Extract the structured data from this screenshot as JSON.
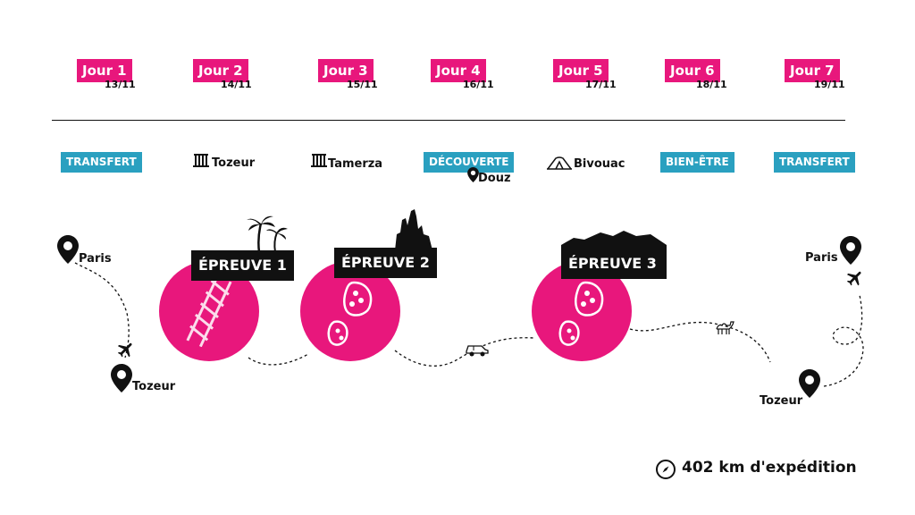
{
  "days": [
    {
      "label": "Jour 1",
      "date": "13/11"
    },
    {
      "label": "Jour 2",
      "date": "14/11"
    },
    {
      "label": "Jour 3",
      "date": "15/11"
    },
    {
      "label": "Jour 4",
      "date": "16/11"
    },
    {
      "label": "Jour 5",
      "date": "17/11"
    },
    {
      "label": "Jour 6",
      "date": "18/11"
    },
    {
      "label": "Jour 7",
      "date": "19/11"
    }
  ],
  "activities": {
    "day1": "TRANSFERT",
    "day2": "Tozeur",
    "day3": "Tamerza",
    "day4": "DÉCOUVERTE",
    "day4_place": "Douz",
    "day5": "Bivouac",
    "day6": "BIEN-ÊTRE",
    "day7": "TRANSFERT"
  },
  "route": {
    "start_from": "Paris",
    "start_to": "Tozeur",
    "end_from": "Tozeur",
    "end_to": "Paris"
  },
  "epreuves": [
    "ÉPREUVE 1",
    "ÉPREUVE 2",
    "ÉPREUVE 3"
  ],
  "footer": {
    "distance": "402 km d'expédition"
  },
  "colors": {
    "accent": "#e8177c",
    "tag": "#2aa0c0",
    "dark": "#111111"
  },
  "icons": [
    "map-pin-icon",
    "plane-icon",
    "palm-tree-icon",
    "rock-formation-icon",
    "mountain-icon",
    "footprint-icon",
    "tire-track-icon",
    "jeep-icon",
    "camel-icon",
    "tent-icon",
    "ruins-icon",
    "compass-icon"
  ]
}
